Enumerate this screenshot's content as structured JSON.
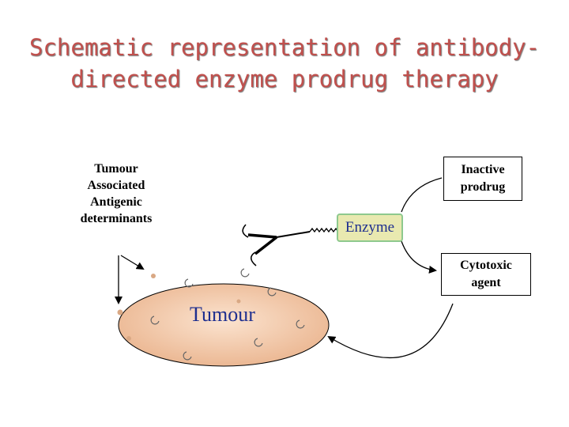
{
  "title": {
    "line1": "Schematic representation of antibody-",
    "line2": "directed enzyme prodrug therapy"
  },
  "labels": {
    "tumour_associated": [
      "Tumour",
      "Associated",
      "Antigenic",
      "determinants"
    ],
    "inactive_prodrug": [
      "Inactive",
      "prodrug"
    ],
    "cytotoxic_agent": [
      "Cytotoxic",
      "agent"
    ],
    "enzyme": "Enzyme",
    "tumour": "Tumour"
  },
  "colors": {
    "title": "#c0504d",
    "tumour_fill": "#f2c9a6",
    "enzyme_fill": "#e9e9b0",
    "enzyme_border": "#8ec98e",
    "blue_text": "#1f2f8f"
  }
}
